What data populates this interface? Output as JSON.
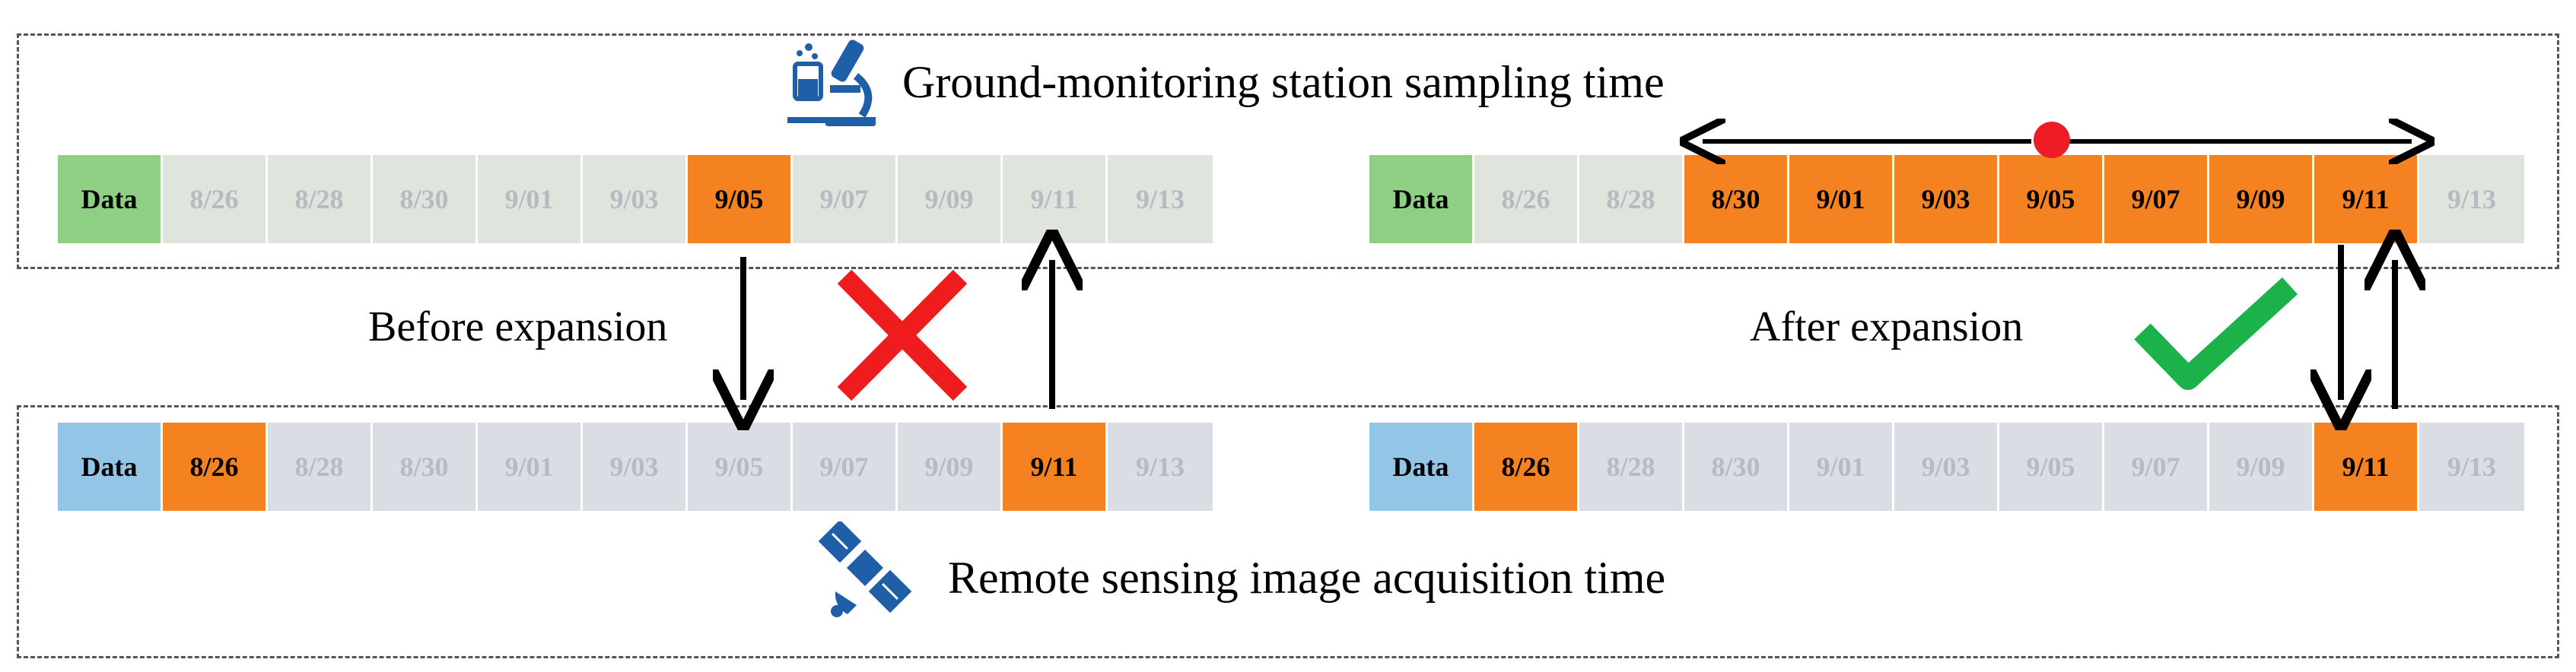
{
  "top_caption": "Ground-monitoring station sampling time",
  "bottom_caption": "Remote sensing image acquisition time",
  "label_before": "Before expansion",
  "label_after": "After expansion",
  "colors": {
    "highlight": "#f58220",
    "ground_label": "#8fcf84",
    "ground_cell": "#dfe4dc",
    "remote_label": "#93c5e6",
    "remote_cell": "#dadee4",
    "cross": "#ee1c1c",
    "check": "#1cb24a",
    "dot": "#ee1c25"
  },
  "timelines": {
    "ground_before": {
      "label": "Data",
      "cells": [
        {
          "text": "8/26",
          "hl": false
        },
        {
          "text": "8/28",
          "hl": false
        },
        {
          "text": "8/30",
          "hl": false
        },
        {
          "text": "9/01",
          "hl": false
        },
        {
          "text": "9/03",
          "hl": false
        },
        {
          "text": "9/05",
          "hl": true
        },
        {
          "text": "9/07",
          "hl": false
        },
        {
          "text": "9/09",
          "hl": false
        },
        {
          "text": "9/11",
          "hl": false
        },
        {
          "text": "9/13",
          "hl": false
        }
      ]
    },
    "ground_after": {
      "label": "Data",
      "cells": [
        {
          "text": "8/26",
          "hl": false
        },
        {
          "text": "8/28",
          "hl": false
        },
        {
          "text": "8/30",
          "hl": true
        },
        {
          "text": "9/01",
          "hl": true
        },
        {
          "text": "9/03",
          "hl": true
        },
        {
          "text": "9/05",
          "hl": true
        },
        {
          "text": "9/07",
          "hl": true
        },
        {
          "text": "9/09",
          "hl": true
        },
        {
          "text": "9/11",
          "hl": true
        },
        {
          "text": "9/13",
          "hl": false
        }
      ]
    },
    "remote_before": {
      "label": "Data",
      "cells": [
        {
          "text": "8/26",
          "hl": true
        },
        {
          "text": "8/28",
          "hl": false
        },
        {
          "text": "8/30",
          "hl": false
        },
        {
          "text": "9/01",
          "hl": false
        },
        {
          "text": "9/03",
          "hl": false
        },
        {
          "text": "9/05",
          "hl": false
        },
        {
          "text": "9/07",
          "hl": false
        },
        {
          "text": "9/09",
          "hl": false
        },
        {
          "text": "9/11",
          "hl": true
        },
        {
          "text": "9/13",
          "hl": false
        }
      ]
    },
    "remote_after": {
      "label": "Data",
      "cells": [
        {
          "text": "8/26",
          "hl": true
        },
        {
          "text": "8/28",
          "hl": false
        },
        {
          "text": "8/30",
          "hl": false
        },
        {
          "text": "9/01",
          "hl": false
        },
        {
          "text": "9/03",
          "hl": false
        },
        {
          "text": "9/05",
          "hl": false
        },
        {
          "text": "9/07",
          "hl": false
        },
        {
          "text": "9/09",
          "hl": false
        },
        {
          "text": "9/11",
          "hl": true
        },
        {
          "text": "9/13",
          "hl": false
        }
      ]
    }
  }
}
